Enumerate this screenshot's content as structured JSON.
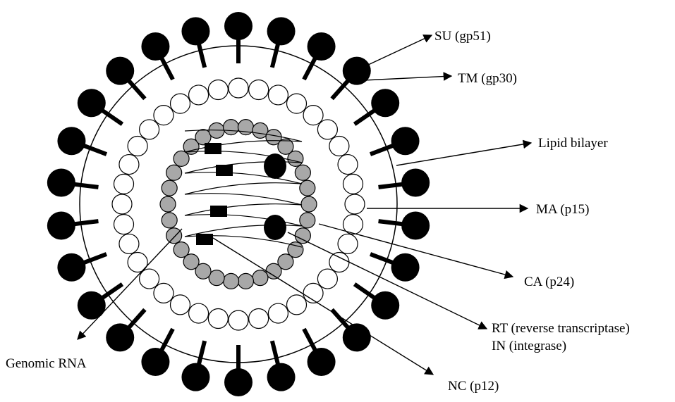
{
  "labels": {
    "su": "SU (gp51)",
    "tm": "TM (gp30)",
    "lipid": "Lipid bilayer",
    "ma": "MA (p15)",
    "ca": "CA (p24)",
    "rt": "RT (reverse transcriptase)",
    "in": "IN (integrase)",
    "nc": "NC (p12)",
    "rna": "Genomic RNA"
  },
  "colors": {
    "ink": "#000000",
    "capsid_fill": "#a8a8a8",
    "matrix_fill": "#ffffff"
  }
}
